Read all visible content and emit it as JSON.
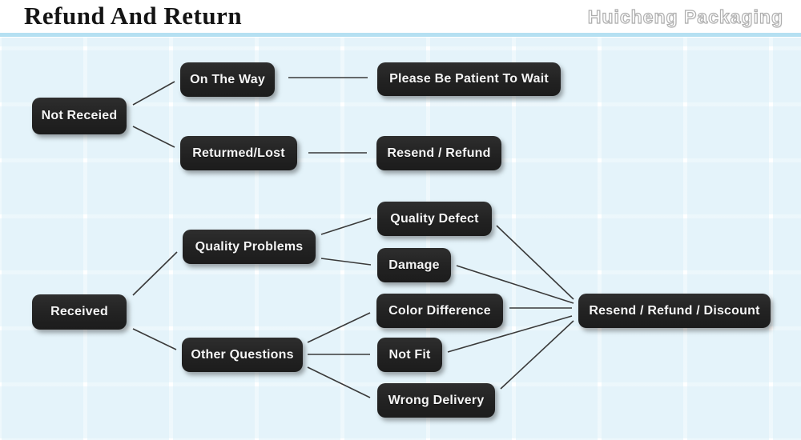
{
  "header": {
    "title": "Refund And Return",
    "brand": "Huicheng Packaging"
  },
  "theme": {
    "accent_line": "#b5e0f2",
    "node_bg": "#262626",
    "node_text": "#f5f5f5",
    "connector": "#3a3a3a"
  },
  "flowchart": {
    "nodes": [
      {
        "id": "not-received",
        "label": "Not Receied"
      },
      {
        "id": "on-the-way",
        "label": "On The Way"
      },
      {
        "id": "please-wait",
        "label": "Please Be Patient To Wait"
      },
      {
        "id": "returned-lost",
        "label": "Returmed/Lost"
      },
      {
        "id": "resend-refund",
        "label": "Resend / Refund"
      },
      {
        "id": "received",
        "label": "Received"
      },
      {
        "id": "quality-problems",
        "label": "Quality Problems"
      },
      {
        "id": "quality-defect",
        "label": "Quality Defect"
      },
      {
        "id": "damage",
        "label": "Damage"
      },
      {
        "id": "other-questions",
        "label": "Other Questions"
      },
      {
        "id": "color-difference",
        "label": "Color Difference"
      },
      {
        "id": "not-fit",
        "label": "Not Fit"
      },
      {
        "id": "wrong-delivery",
        "label": "Wrong Delivery"
      },
      {
        "id": "resend-refund-discount",
        "label": "Resend / Refund / Discount"
      }
    ],
    "edges": [
      {
        "from": "not-received",
        "to": "on-the-way"
      },
      {
        "from": "not-received",
        "to": "returned-lost"
      },
      {
        "from": "on-the-way",
        "to": "please-wait"
      },
      {
        "from": "returned-lost",
        "to": "resend-refund"
      },
      {
        "from": "received",
        "to": "quality-problems"
      },
      {
        "from": "received",
        "to": "other-questions"
      },
      {
        "from": "quality-problems",
        "to": "quality-defect"
      },
      {
        "from": "quality-problems",
        "to": "damage"
      },
      {
        "from": "other-questions",
        "to": "color-difference"
      },
      {
        "from": "other-questions",
        "to": "not-fit"
      },
      {
        "from": "other-questions",
        "to": "wrong-delivery"
      },
      {
        "from": "quality-defect",
        "to": "resend-refund-discount"
      },
      {
        "from": "damage",
        "to": "resend-refund-discount"
      },
      {
        "from": "color-difference",
        "to": "resend-refund-discount"
      },
      {
        "from": "not-fit",
        "to": "resend-refund-discount"
      },
      {
        "from": "wrong-delivery",
        "to": "resend-refund-discount"
      }
    ]
  }
}
